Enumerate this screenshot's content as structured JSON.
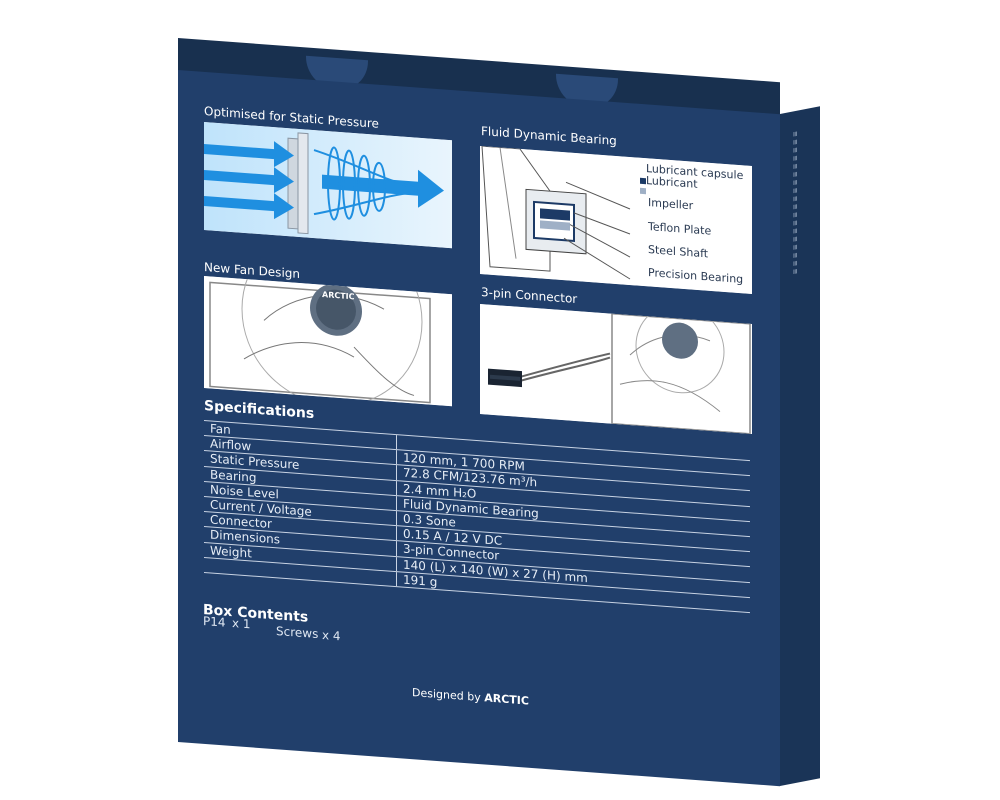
{
  "sections": {
    "static_pressure": "Optimised for Static Pressure",
    "bearing": "Fluid Dynamic Bearing",
    "fan_design": "New Fan Design",
    "connector": "3-pin Connector"
  },
  "bearing_legend": {
    "capsule": "Lubricant capsule",
    "lubricant": "Lubricant",
    "parts": [
      "Impeller",
      "Teflon Plate",
      "Steel Shaft",
      "Precision Bearing"
    ]
  },
  "logo_text": "ARCTIC",
  "specs": {
    "title": "Specifications",
    "rows": [
      {
        "key": "Fan",
        "value": ""
      },
      {
        "key": "Airflow",
        "value": "120 mm, 1 700 RPM"
      },
      {
        "key": "Static Pressure",
        "value": "72.8 CFM/123.76 m³/h"
      },
      {
        "key": "Bearing",
        "value": "2.4 mm H₂O"
      },
      {
        "key": "Noise Level",
        "value": "Fluid Dynamic Bearing"
      },
      {
        "key": "Current / Voltage",
        "value": "0.3 Sone"
      },
      {
        "key": "Connector",
        "value": "0.15 A / 12 V DC"
      },
      {
        "key": "Dimensions",
        "value": "3-pin Connector"
      },
      {
        "key": "Weight",
        "value": "140 (L) x 140 (W) x 27 (H) mm"
      },
      {
        "key": "",
        "value": "191 g"
      }
    ]
  },
  "box_contents": {
    "title": "Box Contents",
    "item1": "P14",
    "qty1": "x 1",
    "item2": "Screws",
    "qty2": "x 4"
  },
  "footer": {
    "prefix": "Designed by",
    "brand": "ARCTIC"
  },
  "colors": {
    "box_blue": "#213f6b",
    "arrow_blue": "#1f8fe0",
    "text_white": "#ffffff"
  }
}
